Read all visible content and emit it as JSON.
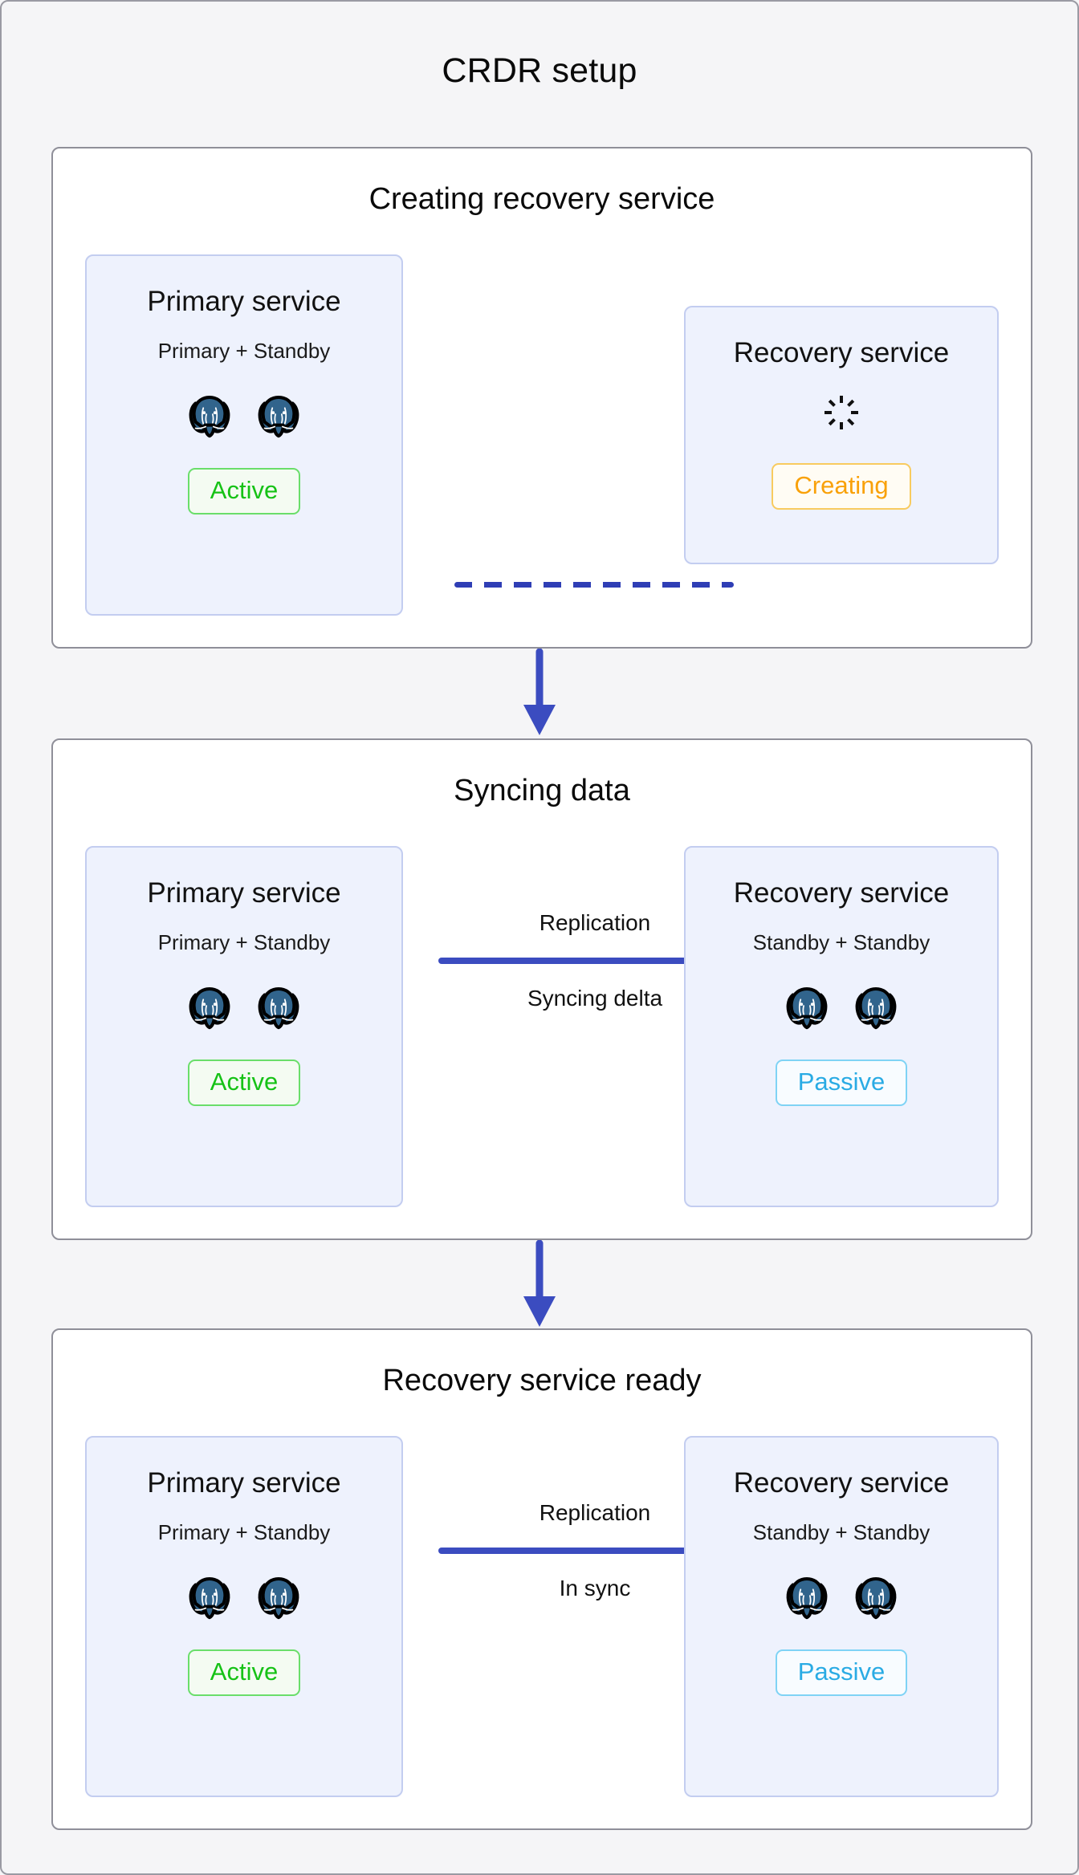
{
  "page": {
    "title": "CRDR setup",
    "background": "#f5f5f7",
    "border_color": "#9a9aa3"
  },
  "colors": {
    "accent_blue": "#2f3eb5",
    "arrow_blue": "#3b4cc0",
    "card_background": "#eef2fd",
    "card_border": "#c3cdf0",
    "active_green": "#16c216",
    "creating_orange": "#f9a109",
    "passive_cyan": "#2aabe4",
    "postgres_blue": "#31648c"
  },
  "sections": [
    {
      "id": "creating-recovery-service",
      "title": "Creating recovery service",
      "connector": {
        "style": "dashed",
        "icon": "dashed-link-icon",
        "top_label": "",
        "bottom_label": ""
      },
      "left_card": {
        "title": "Primary service",
        "subtitle": "Primary + Standby",
        "node_count": 2,
        "node_icon": "postgresql-elephant-icon",
        "badge": "Active",
        "badge_type": "active"
      },
      "right_card": {
        "title": "Recovery service",
        "subtitle": "",
        "node_count": 0,
        "node_icon": "spinner-icon",
        "badge": "Creating",
        "badge_type": "creating"
      }
    },
    {
      "id": "syncing-data",
      "title": "Syncing data",
      "connector": {
        "style": "arrow",
        "icon": "right-arrow-icon",
        "top_label": "Replication",
        "bottom_label": "Syncing delta"
      },
      "left_card": {
        "title": "Primary service",
        "subtitle": "Primary + Standby",
        "node_count": 2,
        "node_icon": "postgresql-elephant-icon",
        "badge": "Active",
        "badge_type": "active"
      },
      "right_card": {
        "title": "Recovery service",
        "subtitle": "Standby + Standby",
        "node_count": 2,
        "node_icon": "postgresql-elephant-icon",
        "badge": "Passive",
        "badge_type": "passive"
      }
    },
    {
      "id": "recovery-service-ready",
      "title": "Recovery service ready",
      "connector": {
        "style": "arrow",
        "icon": "right-arrow-icon",
        "top_label": "Replication",
        "bottom_label": "In sync"
      },
      "left_card": {
        "title": "Primary service",
        "subtitle": "Primary + Standby",
        "node_count": 2,
        "node_icon": "postgresql-elephant-icon",
        "badge": "Active",
        "badge_type": "active"
      },
      "right_card": {
        "title": "Recovery service",
        "subtitle": "Standby + Standby",
        "node_count": 2,
        "node_icon": "postgresql-elephant-icon",
        "badge": "Passive",
        "badge_type": "passive"
      }
    }
  ],
  "step_arrows": [
    {
      "icon": "down-arrow-icon"
    },
    {
      "icon": "down-arrow-icon"
    }
  ]
}
